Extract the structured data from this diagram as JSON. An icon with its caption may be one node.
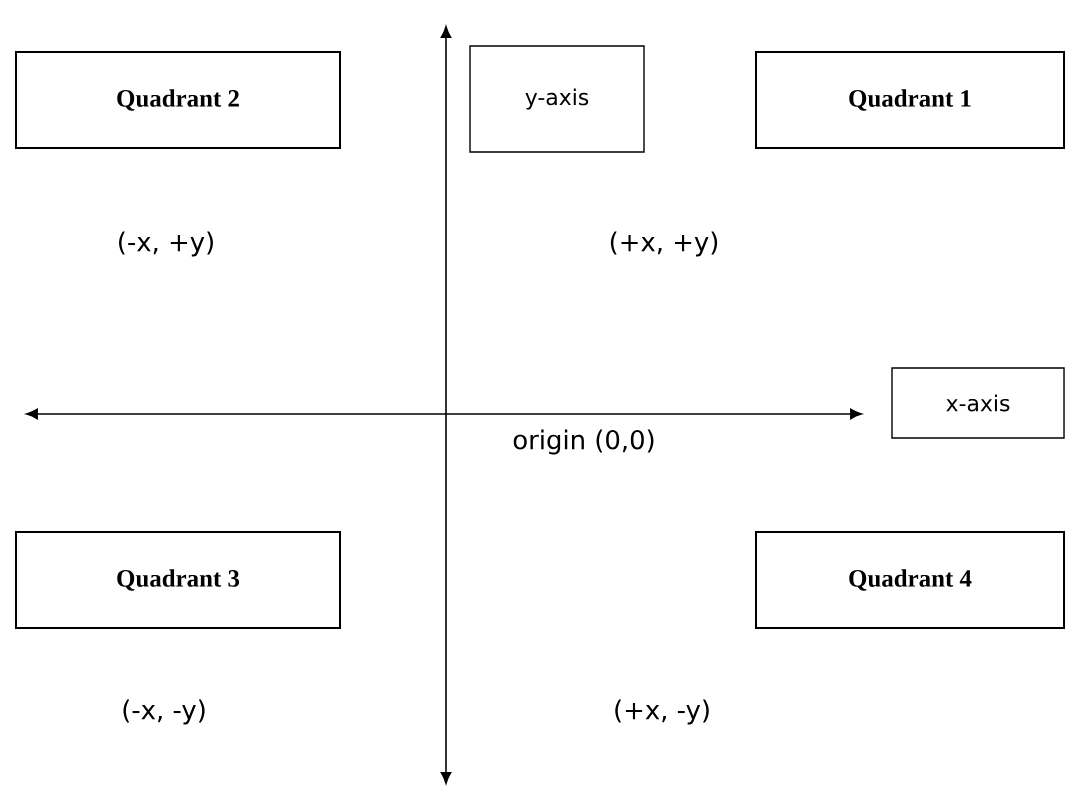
{
  "diagram": {
    "nodes": [
      {
        "text": [
          "Quadrant 2"
        ]
      },
      {
        "text": [
          "y-axis"
        ]
      },
      {
        "text": [
          "Quadrant 1"
        ]
      },
      {
        "text": [
          "x-axis"
        ]
      },
      {
        "text": [
          "Quadrant 3"
        ]
      },
      {
        "text": [
          "Quadrant 4"
        ]
      }
    ],
    "labels": [
      "(-x, +y)",
      "(+x, +y)",
      "origin (0,0)",
      "(-x, -y)",
      "(+x, -y)"
    ]
  }
}
